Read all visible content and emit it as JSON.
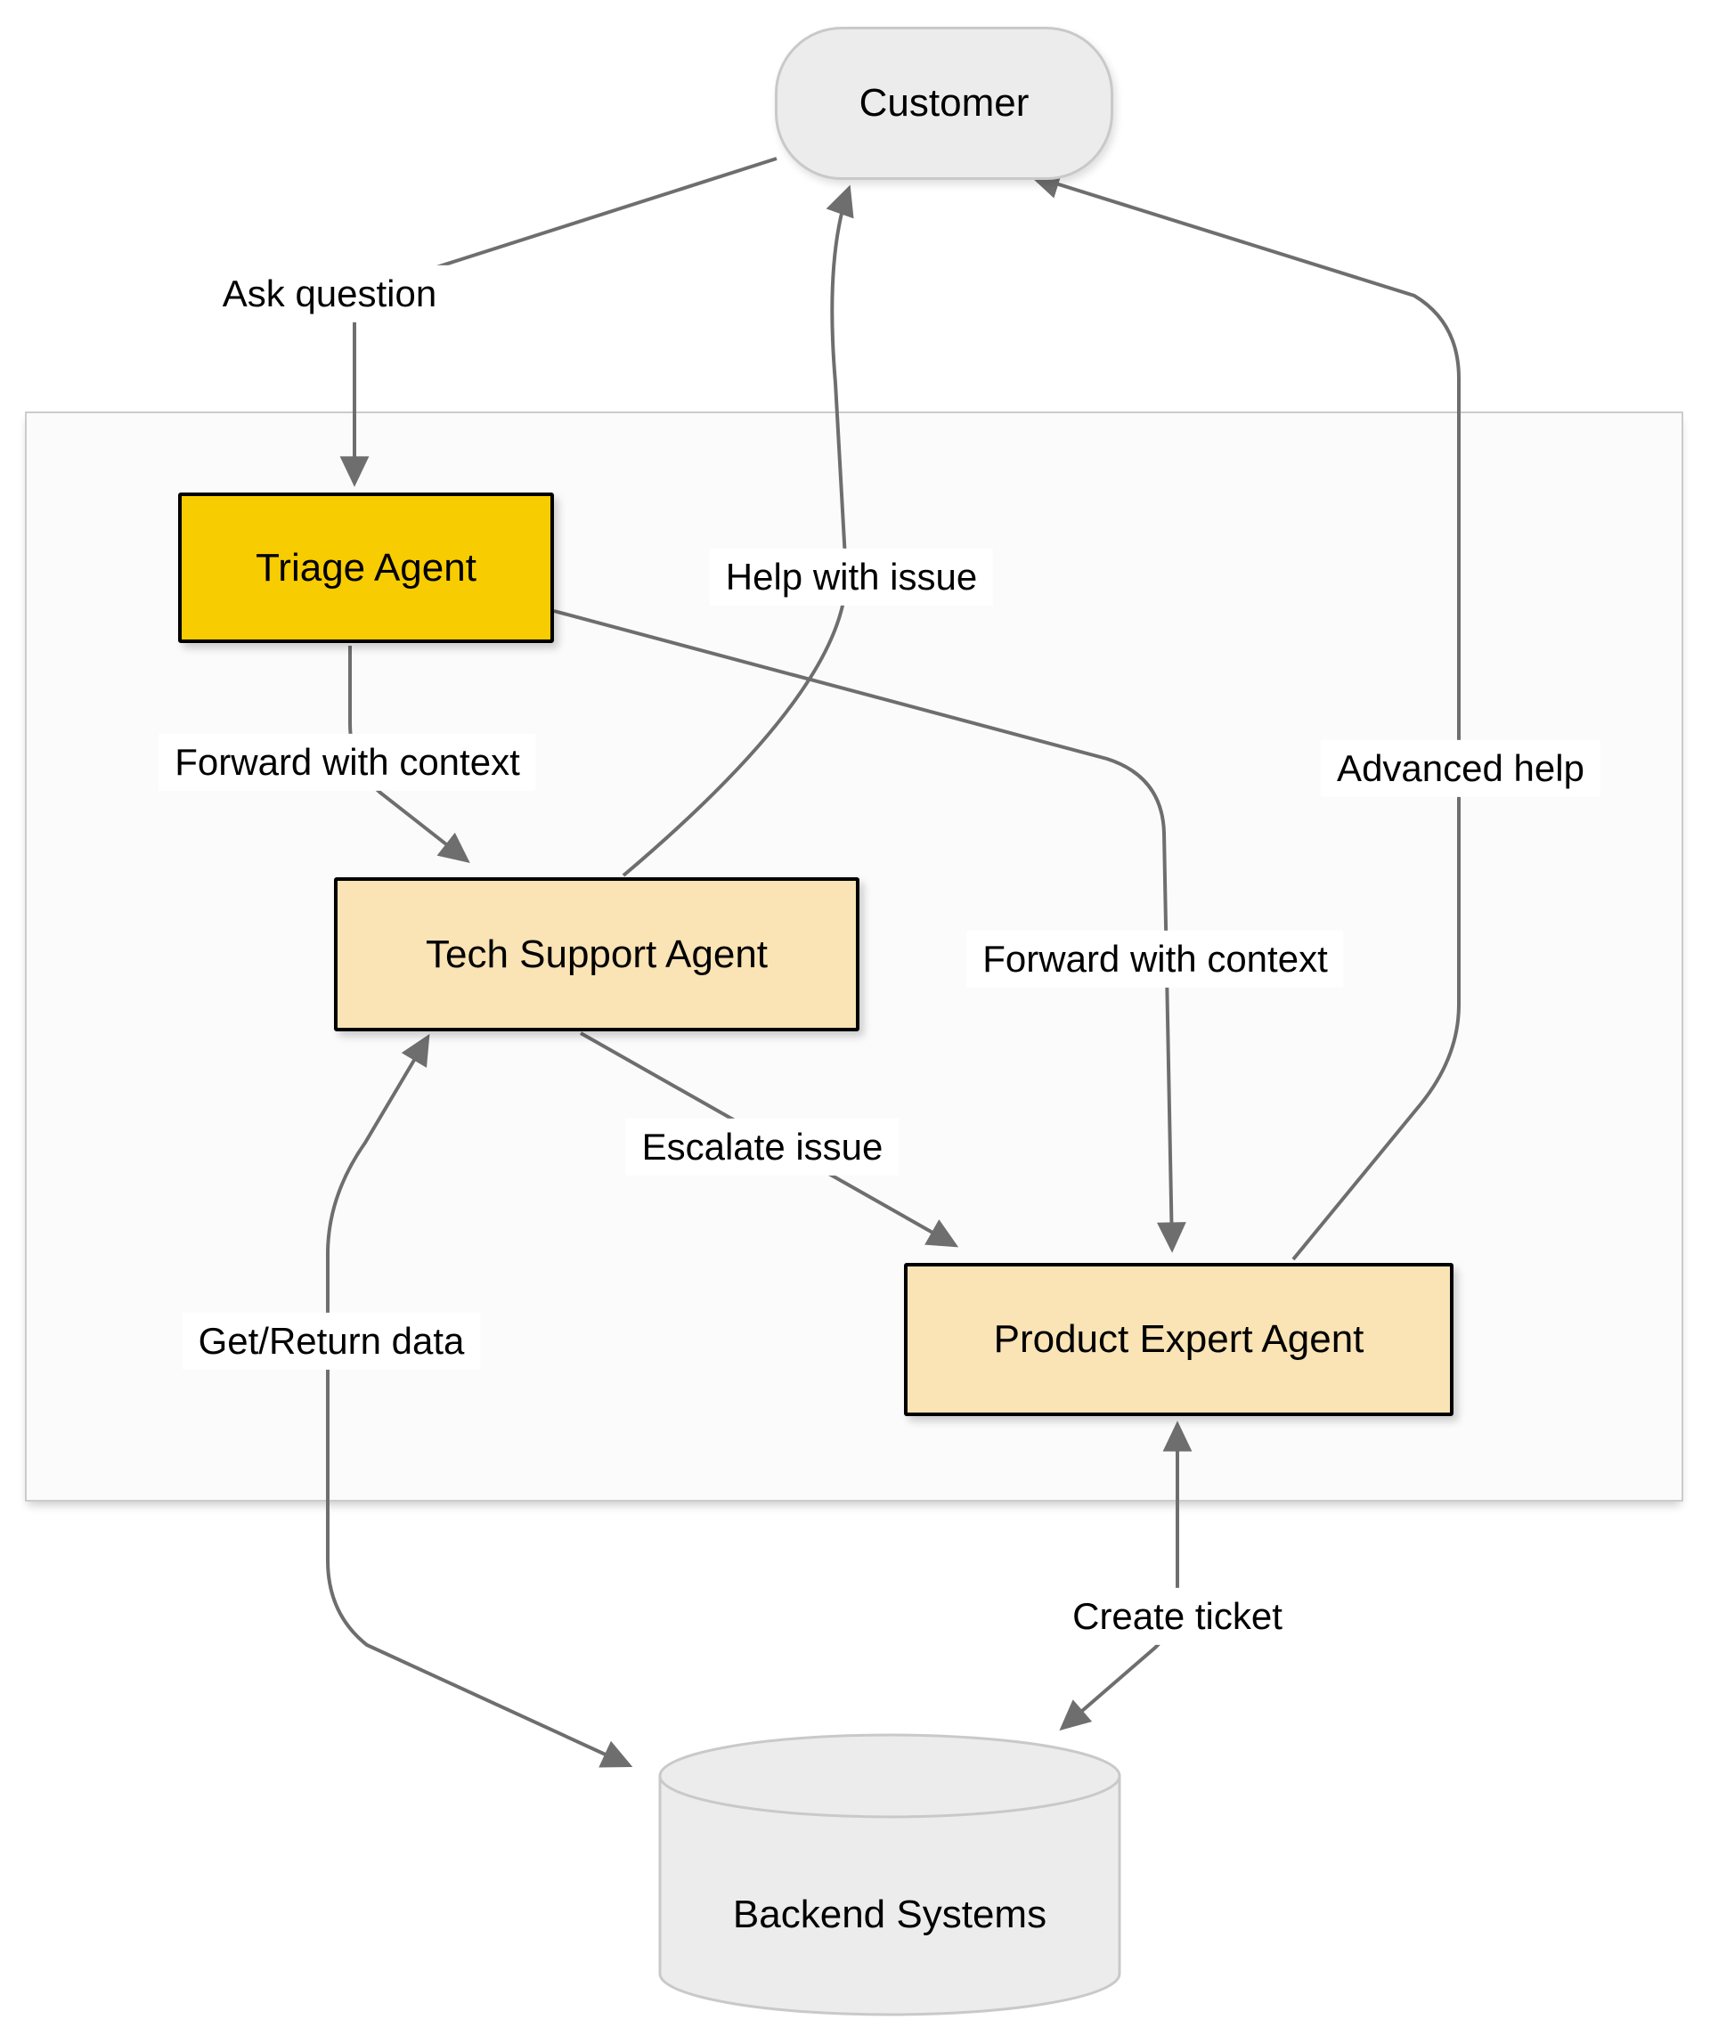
{
  "diagram": {
    "nodes": {
      "customer": {
        "label": "Customer",
        "shape": "stadium"
      },
      "triage_agent": {
        "label": "Triage Agent",
        "shape": "rectangle"
      },
      "tech_support_agent": {
        "label": "Tech Support Agent",
        "shape": "rectangle"
      },
      "product_expert_agent": {
        "label": "Product Expert Agent",
        "shape": "rectangle"
      },
      "backend_systems": {
        "label": "Backend Systems",
        "shape": "cylinder"
      }
    },
    "edges": [
      {
        "from": "customer",
        "to": "triage_agent",
        "label": "Ask question",
        "arrow": "end"
      },
      {
        "from": "triage_agent",
        "to": "tech_support_agent",
        "label": "Forward with context",
        "arrow": "end"
      },
      {
        "from": "tech_support_agent",
        "to": "customer",
        "label": "Help with issue",
        "arrow": "end"
      },
      {
        "from": "triage_agent",
        "to": "product_expert_agent",
        "label": "Forward with context",
        "arrow": "end"
      },
      {
        "from": "product_expert_agent",
        "to": "customer",
        "label": "Advanced help",
        "arrow": "end"
      },
      {
        "from": "tech_support_agent",
        "to": "product_expert_agent",
        "label": "Escalate issue",
        "arrow": "end"
      },
      {
        "from": "tech_support_agent",
        "to": "backend_systems",
        "label": "Get/Return data",
        "arrow": "both"
      },
      {
        "from": "product_expert_agent",
        "to": "backend_systems",
        "label": "Create ticket",
        "arrow": "both"
      }
    ],
    "colors": {
      "triage-fill": "#F7CC00",
      "agent-fill": "#FAE3B4",
      "neutral-fill": "#ECECEC",
      "neutral-border": "#C9C9C9",
      "container-fill": "#FBFBFB",
      "container-border": "#CCCCCC",
      "edge-color": "#6E6E6E",
      "node-border": "#000000",
      "label-bg": "#FFFFFF",
      "text-color": "#000000"
    }
  }
}
